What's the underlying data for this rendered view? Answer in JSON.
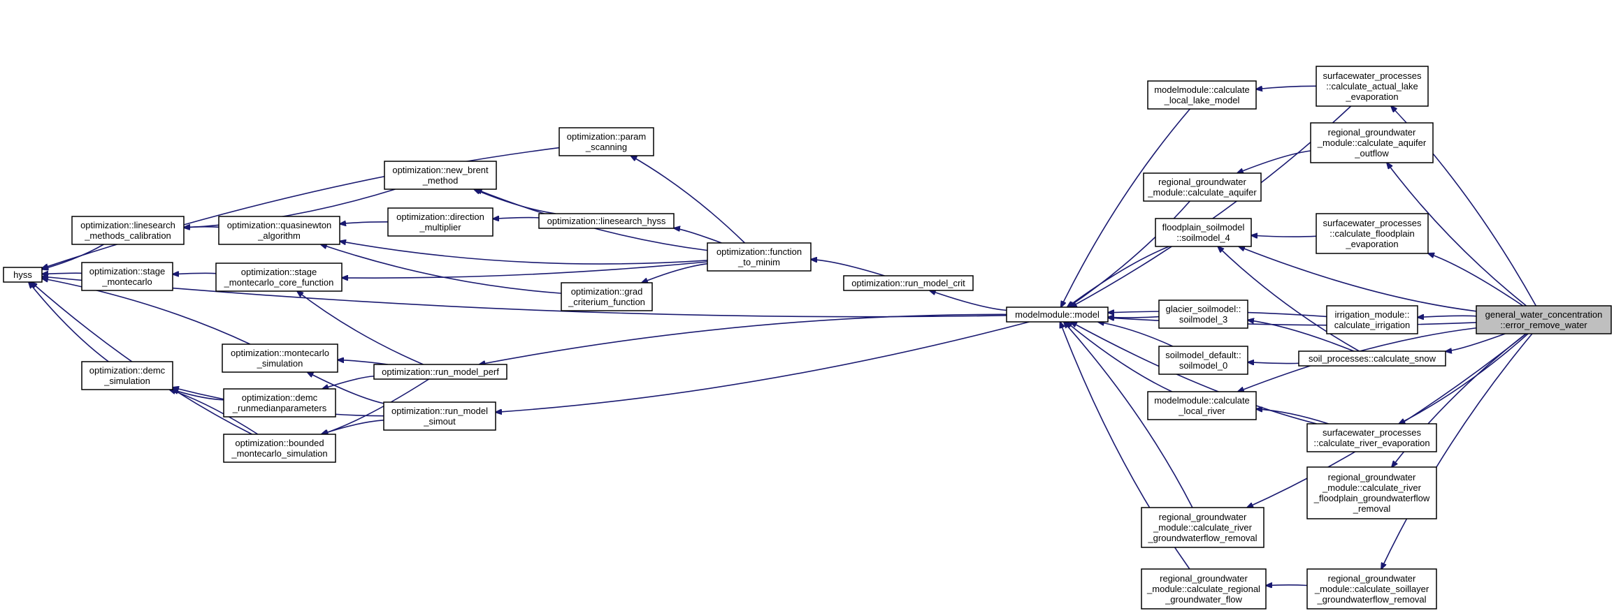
{
  "diagram": {
    "edge_color": "#191970",
    "focus_fill": "#bfbfbf",
    "nodes": [
      {
        "id": "hyss",
        "lines": [
          "hyss"
        ]
      },
      {
        "id": "linesearch_calib",
        "lines": [
          "optimization::linesearch",
          "_methods_calibration"
        ]
      },
      {
        "id": "stage_mc",
        "lines": [
          "optimization::stage",
          "_montecarlo"
        ]
      },
      {
        "id": "demc_sim",
        "lines": [
          "optimization::demc",
          "_simulation"
        ]
      },
      {
        "id": "quasinewton",
        "lines": [
          "optimization::quasinewton",
          "_algorithm"
        ]
      },
      {
        "id": "stage_mc_core",
        "lines": [
          "optimization::stage",
          "_montecarlo_core_function"
        ]
      },
      {
        "id": "mc_sim",
        "lines": [
          "optimization::montecarlo",
          "_simulation"
        ]
      },
      {
        "id": "demc_runmedian",
        "lines": [
          "optimization::demc",
          "_runmedianparameters"
        ]
      },
      {
        "id": "bounded_mc",
        "lines": [
          "optimization::bounded",
          "_montecarlo_simulation"
        ]
      },
      {
        "id": "new_brent",
        "lines": [
          "optimization::new_brent",
          "_method"
        ]
      },
      {
        "id": "direction_mult",
        "lines": [
          "optimization::direction",
          "_multiplier"
        ]
      },
      {
        "id": "run_model_perf",
        "lines": [
          "optimization::run_model_perf"
        ]
      },
      {
        "id": "run_model_simout",
        "lines": [
          "optimization::run_model",
          "_simout"
        ]
      },
      {
        "id": "param_scanning",
        "lines": [
          "optimization::param",
          "_scanning"
        ]
      },
      {
        "id": "linesearch_hyss",
        "lines": [
          "optimization::linesearch_hyss"
        ]
      },
      {
        "id": "grad_crit",
        "lines": [
          "optimization::grad",
          "_criterium_function"
        ]
      },
      {
        "id": "function_to_minim",
        "lines": [
          "optimization::function",
          "_to_minim"
        ]
      },
      {
        "id": "run_model_crit",
        "lines": [
          "optimization::run_model_crit"
        ]
      },
      {
        "id": "model",
        "lines": [
          "modelmodule::model"
        ]
      },
      {
        "id": "local_lake",
        "lines": [
          "modelmodule::calculate",
          "_local_lake_model"
        ]
      },
      {
        "id": "calc_aquifer",
        "lines": [
          "regional_groundwater",
          "_module::calculate_aquifer"
        ]
      },
      {
        "id": "soilmodel_4",
        "lines": [
          "floodplain_soilmodel",
          "::soilmodel_4"
        ]
      },
      {
        "id": "soilmodel_3",
        "lines": [
          "glacier_soilmodel::",
          "soilmodel_3"
        ]
      },
      {
        "id": "soilmodel_0",
        "lines": [
          "soilmodel_default::",
          "soilmodel_0"
        ]
      },
      {
        "id": "local_river",
        "lines": [
          "modelmodule::calculate",
          "_local_river"
        ]
      },
      {
        "id": "river_gwf_removal",
        "lines": [
          "regional_groundwater",
          "_module::calculate_river",
          "_groundwaterflow_removal"
        ]
      },
      {
        "id": "regional_gwf",
        "lines": [
          "regional_groundwater",
          "_module::calculate_regional",
          "_groundwater_flow"
        ]
      },
      {
        "id": "actual_lake_evap",
        "lines": [
          "surfacewater_processes",
          "::calculate_actual_lake",
          "_evaporation"
        ]
      },
      {
        "id": "aquifer_outflow",
        "lines": [
          "regional_groundwater",
          "_module::calculate_aquifer",
          "_outflow"
        ]
      },
      {
        "id": "floodplain_evap",
        "lines": [
          "surfacewater_processes",
          "::calculate_floodplain",
          "_evaporation"
        ]
      },
      {
        "id": "calc_irrigation",
        "lines": [
          "irrigation_module::",
          "calculate_irrigation"
        ]
      },
      {
        "id": "calc_snow",
        "lines": [
          "soil_processes::calculate_snow"
        ]
      },
      {
        "id": "river_evap",
        "lines": [
          "surfacewater_processes",
          "::calculate_river_evaporation"
        ]
      },
      {
        "id": "river_floodplain_gwf",
        "lines": [
          "regional_groundwater",
          "_module::calculate_river",
          "_floodplain_groundwaterflow",
          "_removal"
        ]
      },
      {
        "id": "soillayer_gwf",
        "lines": [
          "regional_groundwater",
          "_module::calculate_soillayer",
          "_groundwaterflow_removal"
        ]
      },
      {
        "id": "error_remove_water",
        "lines": [
          "general_water_concentration",
          "::error_remove_water"
        ],
        "focus": true
      }
    ],
    "edges": [
      [
        "linesearch_calib",
        "hyss"
      ],
      [
        "stage_mc",
        "hyss"
      ],
      [
        "demc_sim",
        "hyss"
      ],
      [
        "mc_sim",
        "hyss"
      ],
      [
        "bounded_mc",
        "hyss"
      ],
      [
        "param_scanning",
        "hyss"
      ],
      [
        "model",
        "hyss"
      ],
      [
        "quasinewton",
        "linesearch_calib"
      ],
      [
        "new_brent",
        "linesearch_calib"
      ],
      [
        "stage_mc_core",
        "stage_mc"
      ],
      [
        "demc_runmedian",
        "demc_sim"
      ],
      [
        "bounded_mc",
        "demc_sim"
      ],
      [
        "run_model_simout",
        "demc_sim"
      ],
      [
        "direction_mult",
        "quasinewton"
      ],
      [
        "run_model_perf",
        "stage_mc_core"
      ],
      [
        "run_model_perf",
        "mc_sim"
      ],
      [
        "run_model_simout",
        "mc_sim"
      ],
      [
        "run_model_perf",
        "demc_runmedian"
      ],
      [
        "run_model_perf",
        "bounded_mc"
      ],
      [
        "run_model_simout",
        "bounded_mc"
      ],
      [
        "linesearch_hyss",
        "new_brent"
      ],
      [
        "linesearch_hyss",
        "direction_mult"
      ],
      [
        "grad_crit",
        "quasinewton"
      ],
      [
        "function_to_minim",
        "param_scanning"
      ],
      [
        "function_to_minim",
        "new_brent"
      ],
      [
        "function_to_minim",
        "linesearch_hyss"
      ],
      [
        "function_to_minim",
        "quasinewton"
      ],
      [
        "function_to_minim",
        "grad_crit"
      ],
      [
        "function_to_minim",
        "stage_mc_core"
      ],
      [
        "run_model_crit",
        "function_to_minim"
      ],
      [
        "model",
        "run_model_crit"
      ],
      [
        "model",
        "run_model_perf"
      ],
      [
        "model",
        "run_model_simout"
      ],
      [
        "local_lake",
        "model"
      ],
      [
        "calc_aquifer",
        "model"
      ],
      [
        "soilmodel_4",
        "model"
      ],
      [
        "soilmodel_3",
        "model"
      ],
      [
        "soilmodel_0",
        "model"
      ],
      [
        "local_river",
        "model"
      ],
      [
        "river_gwf_removal",
        "model"
      ],
      [
        "regional_gwf",
        "model"
      ],
      [
        "actual_lake_evap",
        "local_lake"
      ],
      [
        "actual_lake_evap",
        "model"
      ],
      [
        "aquifer_outflow",
        "calc_aquifer"
      ],
      [
        "floodplain_evap",
        "soilmodel_4"
      ],
      [
        "calc_irrigation",
        "model"
      ],
      [
        "calc_snow",
        "soilmodel_0"
      ],
      [
        "calc_snow",
        "soilmodel_3"
      ],
      [
        "calc_snow",
        "soilmodel_4"
      ],
      [
        "river_evap",
        "local_river"
      ],
      [
        "river_evap",
        "model"
      ],
      [
        "soillayer_gwf",
        "regional_gwf"
      ],
      [
        "error_remove_water",
        "model"
      ],
      [
        "error_remove_water",
        "actual_lake_evap"
      ],
      [
        "error_remove_water",
        "aquifer_outflow"
      ],
      [
        "error_remove_water",
        "floodplain_evap"
      ],
      [
        "error_remove_water",
        "soilmodel_4"
      ],
      [
        "error_remove_water",
        "calc_irrigation"
      ],
      [
        "error_remove_water",
        "calc_snow"
      ],
      [
        "error_remove_water",
        "local_river"
      ],
      [
        "error_remove_water",
        "river_evap"
      ],
      [
        "error_remove_water",
        "river_floodplain_gwf"
      ],
      [
        "error_remove_water",
        "river_gwf_removal"
      ],
      [
        "error_remove_water",
        "soillayer_gwf"
      ]
    ]
  }
}
